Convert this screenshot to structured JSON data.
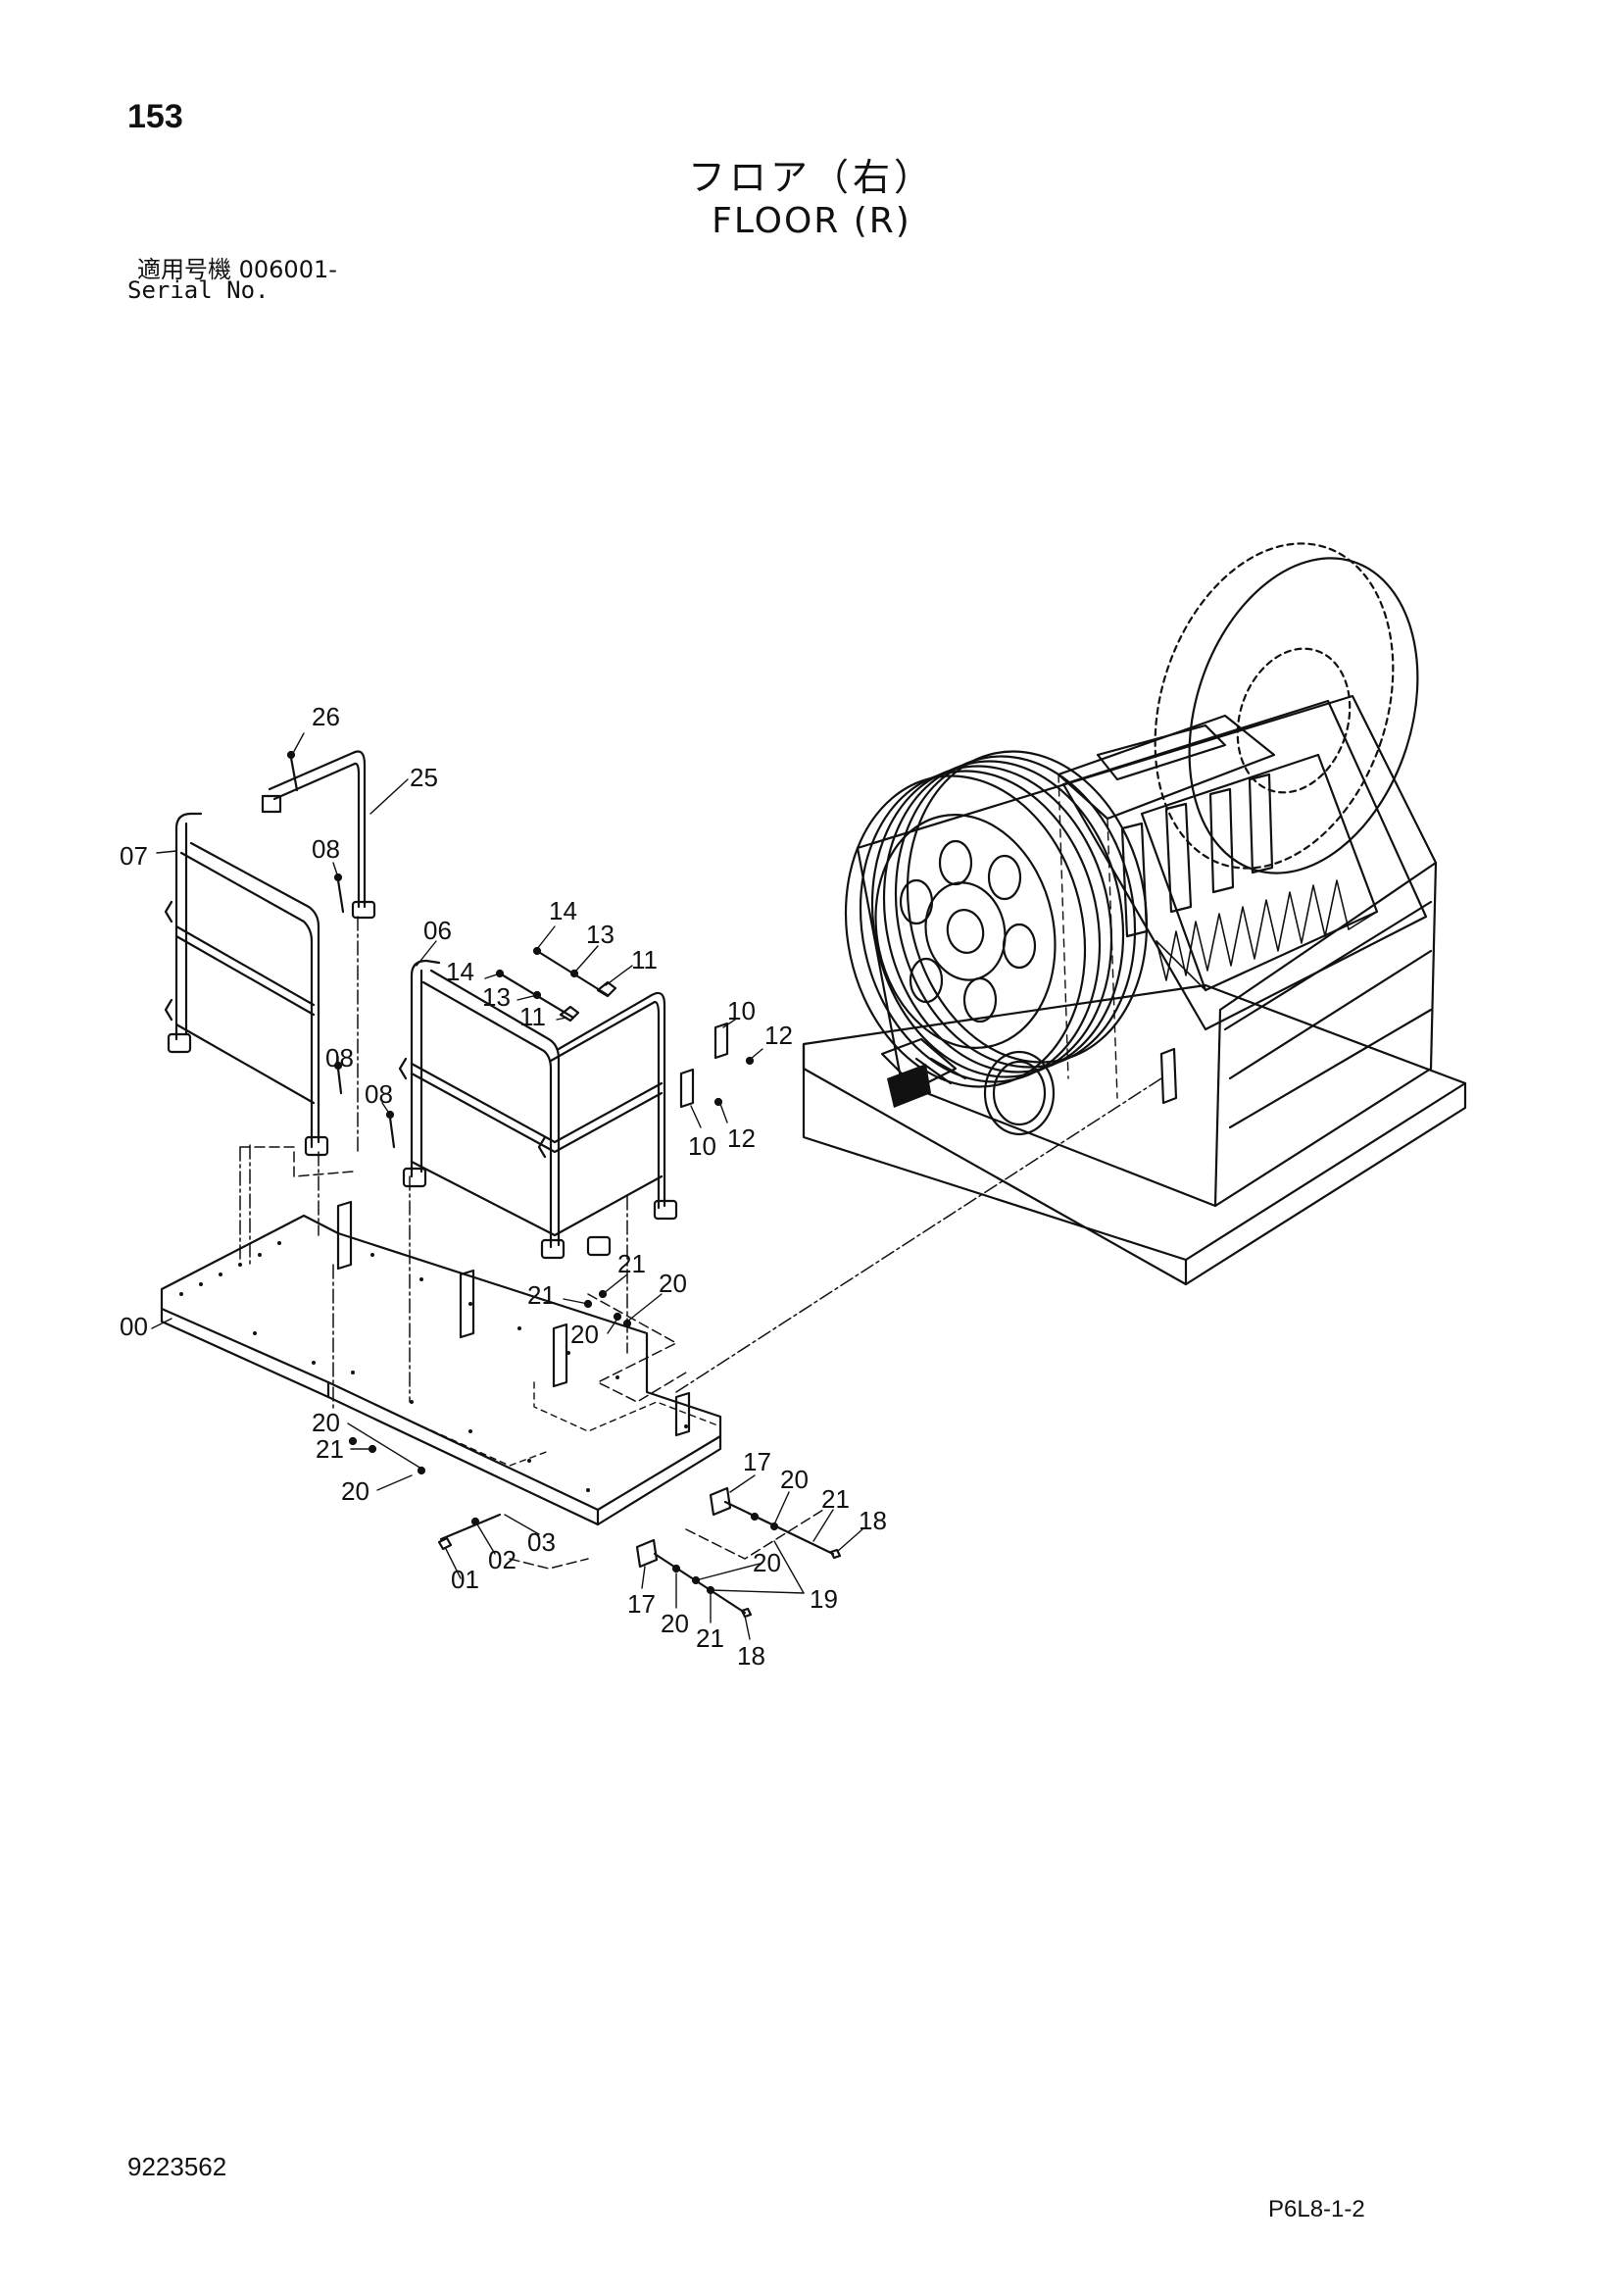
{
  "header": {
    "page_number": "153",
    "title_jp": "フロア（右）",
    "title_en": "FLOOR (R)",
    "serial_label_jp": "適用号機  006001-",
    "serial_label_en": "Serial No."
  },
  "footer": {
    "doc_number": "9223562",
    "sheet_ref": "P6L8-1-2"
  },
  "callouts": {
    "c26": "26",
    "c25": "25",
    "c07": "07",
    "c08a": "08",
    "c08b": "08",
    "c08c": "08",
    "c06": "06",
    "c14a": "14",
    "c13a": "13",
    "c11a": "11",
    "c14b": "14",
    "c13b": "13",
    "c11b": "11",
    "c10a": "10",
    "c12a": "12",
    "c10b": "10",
    "c12b": "12",
    "c21a": "21",
    "c20a": "20",
    "c21b": "21",
    "c20b": "20",
    "c00": "00",
    "c20c": "20",
    "c21c": "21",
    "c20d": "20",
    "c01": "01",
    "c02": "02",
    "c03": "03",
    "c17a": "17",
    "c20e": "20",
    "c21d": "21",
    "c18a": "18",
    "c20f": "20",
    "c19": "19",
    "c17b": "17",
    "c20g": "20",
    "c21e": "21",
    "c18b": "18"
  }
}
